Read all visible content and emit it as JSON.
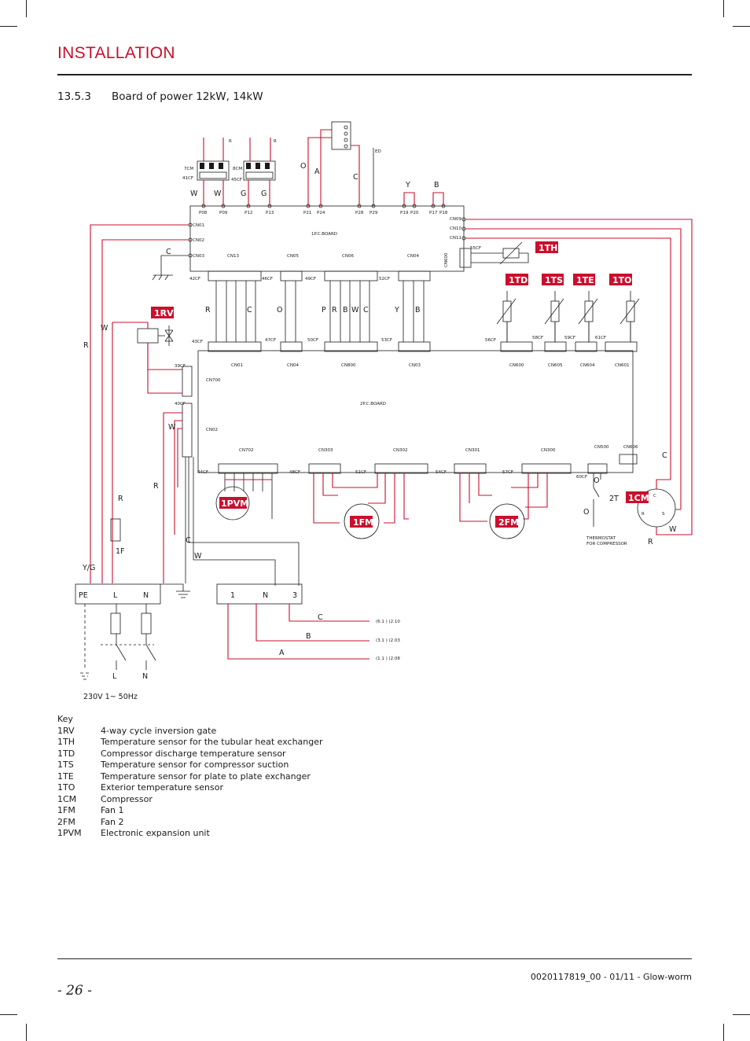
{
  "header": {
    "title": "INSTALLATION"
  },
  "section": {
    "number": "13.5.3",
    "title": "Board of power 12kW, 14kW"
  },
  "diagram": {
    "boards": {
      "p1": "1P.C.BOARD",
      "p2": "2P.C.BOARD"
    },
    "top_pins": [
      "P08",
      "P09",
      "P12",
      "P13",
      "P21",
      "P24",
      "P28",
      "P29",
      "P19",
      "P20",
      "P17",
      "P18"
    ],
    "top_wire_letters": [
      "W",
      "W",
      "G",
      "G",
      "O",
      "A",
      "C",
      "Y",
      "B"
    ],
    "relay_labels": {
      "left_a": "7CM",
      "left_b": "41CF",
      "right_a": "8CM",
      "right_b": "45CF",
      "r1": "R",
      "r2": "R",
      "ed": "ED"
    },
    "board1_connectors": [
      "CN13",
      "CN05",
      "CN06",
      "CN04",
      "CN01",
      "CN02",
      "CN03",
      "CN09",
      "CN10",
      "CN11",
      "CN600"
    ],
    "board1_cf": [
      "42CF",
      "46CF",
      "49CF",
      "52CF",
      "55CF"
    ],
    "mid_wire_letters": [
      "R",
      "C",
      "O",
      "P",
      "R",
      "B",
      "W",
      "C",
      "Y",
      "B"
    ],
    "board2_connectors": [
      "CN01",
      "CN04",
      "CN800",
      "CN03",
      "CN600",
      "CN605",
      "CN604",
      "CN601",
      "CN700",
      "CN02",
      "CN702",
      "CN303",
      "CN302",
      "CN301",
      "CN300",
      "CN500",
      "CN606"
    ],
    "board2_cf": [
      "43CF",
      "47CF",
      "50CF",
      "53CF",
      "56CF",
      "58CF",
      "59CF",
      "61CF",
      "39CF",
      "40CF",
      "44CF",
      "48CF",
      "51CF",
      "54CF",
      "57CF",
      "60CF"
    ],
    "components": {
      "th": "1TH",
      "td": "1TD",
      "ts": "1TS",
      "te": "1TE",
      "to": "1TO",
      "rv": "1RV",
      "pvm": "1PVM",
      "fm": "1FM",
      "fm2": "2FM",
      "cm": "1CM",
      "t2": "2T",
      "f1": "1F"
    },
    "thermostat": [
      "THERMOSTAT",
      "FOR COMPRESSOR"
    ],
    "terminal_main": [
      "PE",
      "L",
      "N"
    ],
    "terminal_aux": [
      "1",
      "N",
      "3"
    ],
    "side_letters": {
      "c": "C",
      "w": "W",
      "r": "R",
      "yg": "Y/G",
      "o": "O"
    },
    "out_letters": [
      "C",
      "B",
      "A"
    ],
    "out_refs": [
      "(6.1 ) (2.10",
      "(3.1 ) (2.03",
      "(1.1 ) (2.08"
    ],
    "supply_ln": [
      "L",
      "N"
    ],
    "supply": "230V  1~  50Hz",
    "compressor_terms": [
      "C",
      "R",
      "S"
    ]
  },
  "key": {
    "heading": "Key",
    "items": [
      {
        "code": "1RV",
        "desc": "4-way cycle inversion gate"
      },
      {
        "code": "1TH",
        "desc": "Temperature sensor for the tubular heat exchanger"
      },
      {
        "code": "1TD",
        "desc": "Compressor discharge temperature sensor"
      },
      {
        "code": "1TS",
        "desc": "Temperature sensor for compressor suction"
      },
      {
        "code": "1TE",
        "desc": "Temperature sensor for plate to plate exchanger"
      },
      {
        "code": "1TO",
        "desc": "Exterior temperature sensor"
      },
      {
        "code": "1CM",
        "desc": "Compressor"
      },
      {
        "code": "1FM",
        "desc": "Fan 1"
      },
      {
        "code": "2FM",
        "desc": "Fan 2"
      },
      {
        "code": "1PVM",
        "desc": "Electronic expansion unit"
      }
    ]
  },
  "footer": {
    "page": "- 26 -",
    "doc": "0020117819_00 - 01/11 - Glow-worm"
  },
  "colors": {
    "accent": "#c8102e",
    "wire": "#c8102e",
    "ink": "#1a1a1a"
  }
}
